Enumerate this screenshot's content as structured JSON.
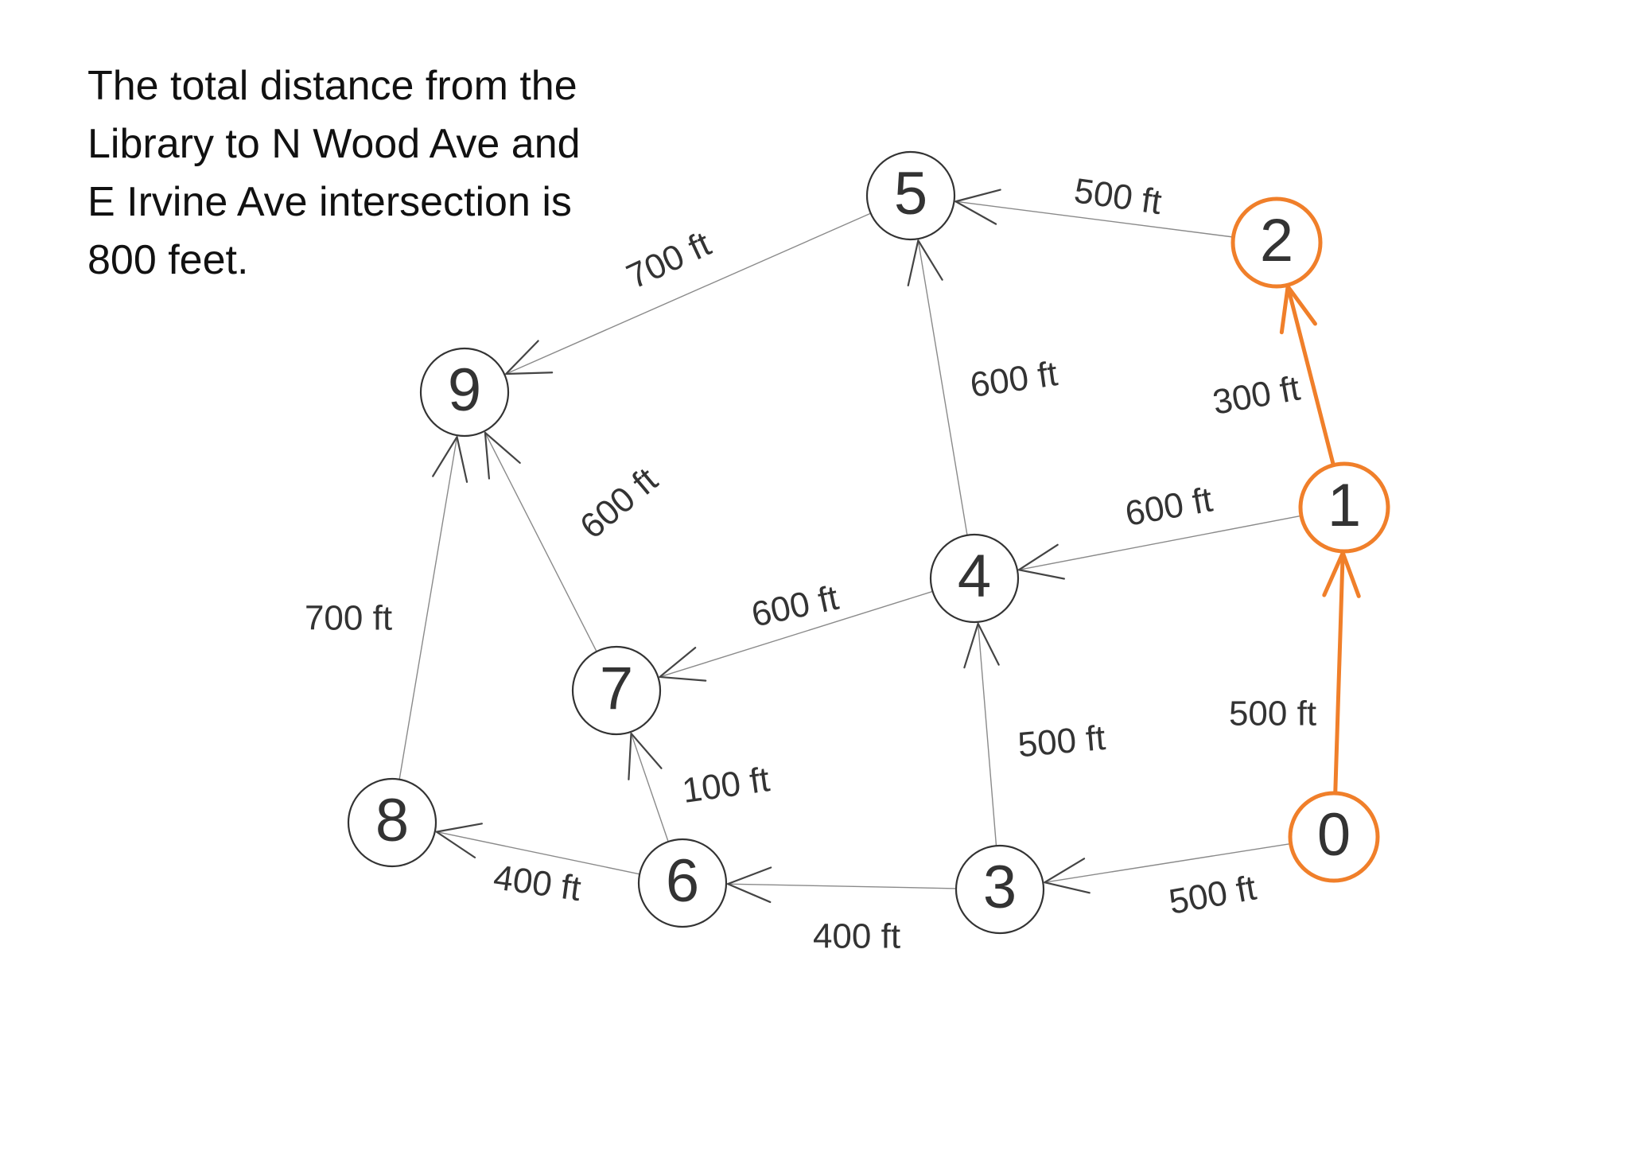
{
  "caption": {
    "lines": [
      "The total distance from the",
      "Library to N Wood Ave and",
      "E Irvine Ave intersection is",
      "800 feet."
    ]
  },
  "colors": {
    "edge": "#8a8a8a",
    "node_stroke": "#333333",
    "highlight": "#f07f2a",
    "text": "#333333"
  },
  "graph": {
    "nodes": [
      {
        "id": "0",
        "label": "0",
        "highlighted": true
      },
      {
        "id": "1",
        "label": "1",
        "highlighted": true
      },
      {
        "id": "2",
        "label": "2",
        "highlighted": true
      },
      {
        "id": "3",
        "label": "3",
        "highlighted": false
      },
      {
        "id": "4",
        "label": "4",
        "highlighted": false
      },
      {
        "id": "5",
        "label": "5",
        "highlighted": false
      },
      {
        "id": "6",
        "label": "6",
        "highlighted": false
      },
      {
        "id": "7",
        "label": "7",
        "highlighted": false
      },
      {
        "id": "8",
        "label": "8",
        "highlighted": false
      },
      {
        "id": "9",
        "label": "9",
        "highlighted": false
      }
    ],
    "edges": [
      {
        "from": "0",
        "to": "1",
        "label": "500 ft",
        "highlighted": true
      },
      {
        "from": "1",
        "to": "2",
        "label": "300 ft",
        "highlighted": true
      },
      {
        "from": "2",
        "to": "5",
        "label": "500 ft",
        "highlighted": false
      },
      {
        "from": "1",
        "to": "4",
        "label": "600 ft",
        "highlighted": false
      },
      {
        "from": "4",
        "to": "5",
        "label": "600 ft",
        "highlighted": false
      },
      {
        "from": "3",
        "to": "4",
        "label": "500 ft",
        "highlighted": false
      },
      {
        "from": "0",
        "to": "3",
        "label": "500 ft",
        "highlighted": false
      },
      {
        "from": "3",
        "to": "6",
        "label": "400 ft",
        "highlighted": false
      },
      {
        "from": "6",
        "to": "7",
        "label": "100 ft",
        "highlighted": false
      },
      {
        "from": "6",
        "to": "8",
        "label": "400 ft",
        "highlighted": false
      },
      {
        "from": "4",
        "to": "7",
        "label": "600 ft",
        "highlighted": false
      },
      {
        "from": "7",
        "to": "9",
        "label": "600 ft",
        "highlighted": false
      },
      {
        "from": "8",
        "to": "9",
        "label": "700 ft",
        "highlighted": false
      },
      {
        "from": "5",
        "to": "9",
        "label": "700 ft",
        "highlighted": false
      }
    ]
  }
}
